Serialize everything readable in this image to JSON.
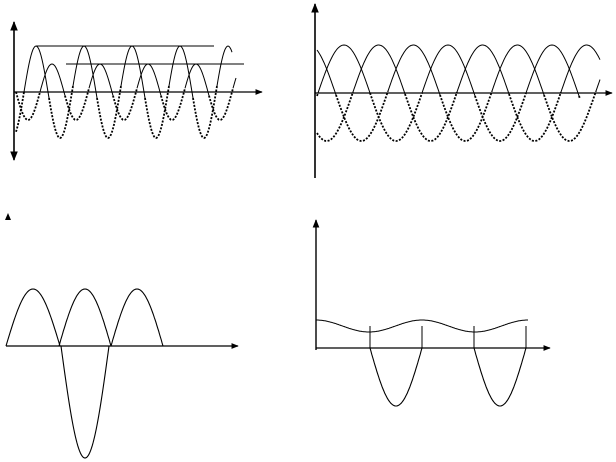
{
  "figure": {
    "background": "#ffffff",
    "stroke_color": "#000000",
    "panels": [
      {
        "id": "top-left",
        "description_type": "two phase-shifted sine waves with dashed negative half-cycles and horizontal peak-level lines",
        "phase_count": 2,
        "has_peak_lines": true,
        "negative_half_dashed": true
      },
      {
        "id": "top-right",
        "description_type": "three-phase sine waves with dashed negative half-cycles",
        "phase_count": 3,
        "negative_half_dashed": true
      },
      {
        "id": "bottom-left",
        "description_type": "rectified semicircular pulses with one pulse inverted below the axis",
        "pulse_count": 4
      },
      {
        "id": "bottom-right",
        "description_type": "smoothed DC ripple wave with downward lobes",
        "lobe_count": 2
      }
    ]
  }
}
